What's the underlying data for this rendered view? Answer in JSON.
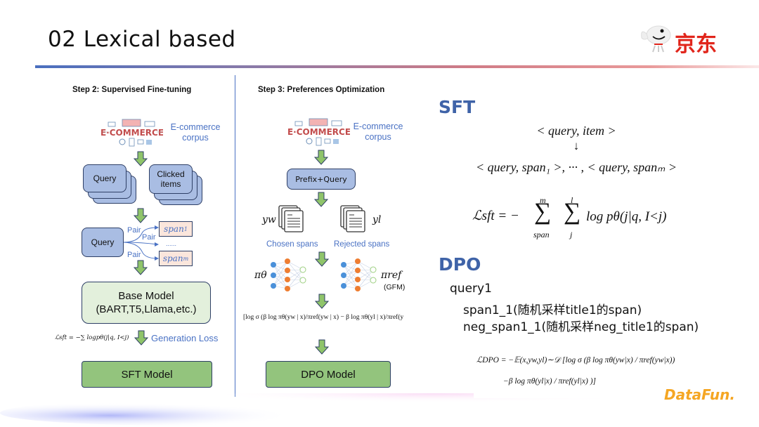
{
  "header": {
    "title": "02 Lexical based",
    "logo_text": "京东"
  },
  "colors": {
    "accent_blue": "#4a72c4",
    "heading_blue": "#3f63a8",
    "box_blue": "#a9bde3",
    "box_green": "#93c47d",
    "box_light_green": "#e3f0dc",
    "span_fill": "#fbe6dc",
    "arrow_green": "#8fc46a",
    "brand_red": "#e1251b",
    "datafun_orange": "#f5a623"
  },
  "sft_diagram": {
    "title": "Step 2: Supervised Fine-tuning",
    "corpus_image_text": "E-COMMERCE",
    "corpus_label_line1": "E-commerce",
    "corpus_label_line2": "corpus",
    "query_stack": "Query",
    "clicked_line1": "Clicked",
    "clicked_line2": "items",
    "query_box": "Query",
    "pair_labels": [
      "Pair",
      "Pair",
      "Pair"
    ],
    "span_first": "span",
    "span_first_sub": "1",
    "ellipsis": "......",
    "span_last": "span",
    "span_last_sub": "m",
    "base_model_line1": "Base Model",
    "base_model_line2": "(BART,T5,Llama,etc.)",
    "loss_formula": "ℒsft = −∑ logpθ(j|q, I<j)",
    "loss_label": "Generation Loss",
    "output_model": "SFT Model"
  },
  "dpo_diagram": {
    "title": "Step 3: Preferences Optimization",
    "corpus_image_text": "E-COMMERCE",
    "corpus_label_line1": "E-commerce",
    "corpus_label_line2": "corpus",
    "prefix_box": "Prefix+Query",
    "yw": "yw",
    "yl": "yl",
    "chosen_label": "Chosen spans",
    "rejected_label": "Rejected spans",
    "pi_theta": "πθ",
    "pi_ref": "πref",
    "gfm": "(GFM)",
    "objective": "[log σ (β log πθ(yw | x)/πref(yw | x) − β log πθ(yl | x)/πref(yl | x))]",
    "output_model": "DPO Model"
  },
  "right_panel": {
    "sft_heading": "SFT",
    "pair_line1": "< query, item >",
    "arrow": "↓",
    "pair_line2": "< query, span₁ >, ··· , < query, spanₘ >",
    "sft_loss_lhs": "ℒsft = −",
    "sft_loss_sum1_top": "m",
    "sft_loss_sum1_bottom": "span",
    "sft_loss_sum2_top": "l",
    "sft_loss_sum2_bottom": "j",
    "sft_loss_rhs": "log pθ(j|q, I<j)",
    "dpo_heading": "DPO",
    "dpo_lines": [
      "query1",
      "span1_1(随机采样title1的span)",
      "neg_span1_1(随机采样neg_title1的span)"
    ],
    "dpo_loss_line1": "ℒDPO = −𝔼(x,yw,yl)∼𝒟 [log σ (β log πθ(yw|x) / πref(yw|x))",
    "dpo_loss_line2": "−β log πθ(yl|x) / πref(yl|x) )]"
  },
  "footer": {
    "brand": "DataFun."
  }
}
